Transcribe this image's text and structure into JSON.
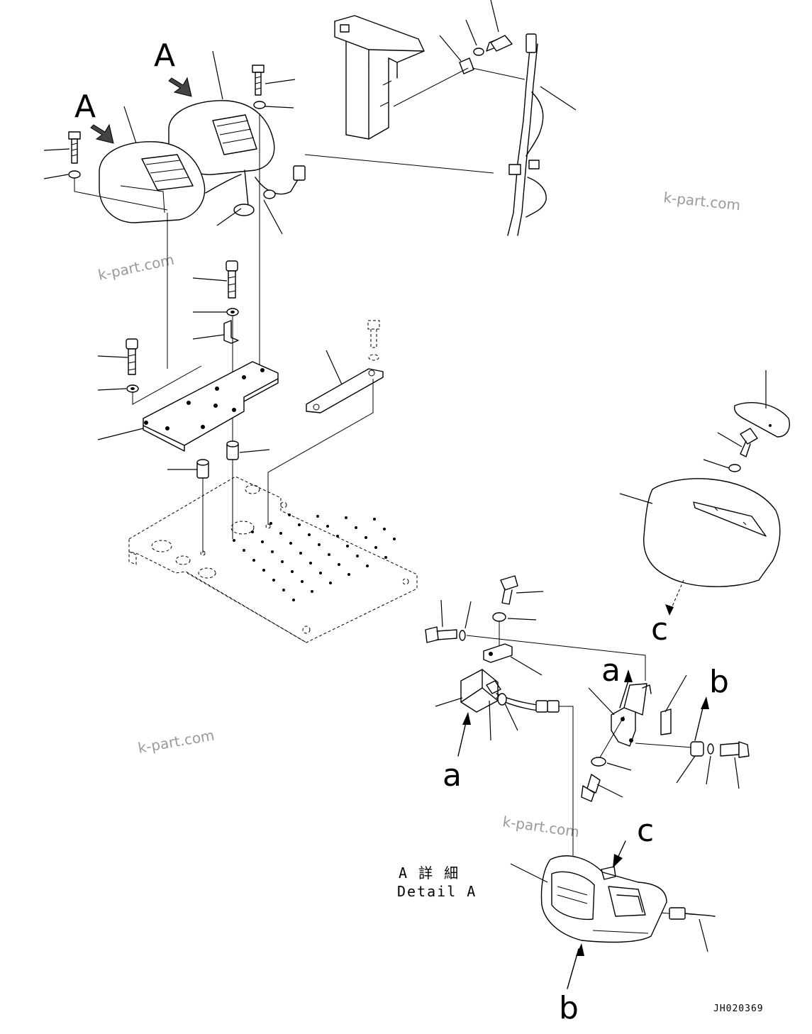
{
  "diagram": {
    "view_labels": {
      "a1": "A",
      "a2": "A"
    },
    "detail_refs": {
      "a_top": "a",
      "a_bottom": "a",
      "b_top": "b",
      "b_bottom": "b",
      "c_top": "c",
      "c_bottom": "c"
    },
    "detail_title_jp": "A 詳 細",
    "detail_title_en": "Detail A",
    "drawing_code": "JH020369",
    "watermark": "k-part.com"
  }
}
